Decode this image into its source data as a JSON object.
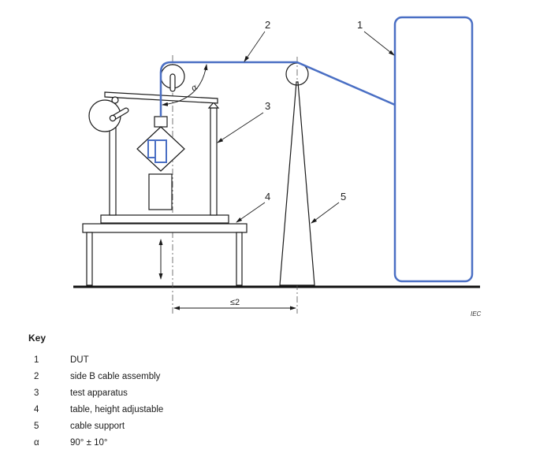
{
  "diagram": {
    "callouts": [
      {
        "num": "1",
        "target": "DUT"
      },
      {
        "num": "2",
        "target": "side B cable assembly"
      },
      {
        "num": "3",
        "target": "test apparatus"
      },
      {
        "num": "4",
        "target": "table, height adjustable"
      },
      {
        "num": "5",
        "target": "cable support"
      }
    ],
    "angle_symbol": "α",
    "dimension_label": "≤2",
    "watermark": "IEC",
    "colors": {
      "cable": "#4a6fc4",
      "line": "#1a1a1a",
      "ground": "#111111"
    }
  },
  "key": {
    "title": "Key",
    "items": [
      {
        "num": "1",
        "text": "DUT"
      },
      {
        "num": "2",
        "text": "side B cable assembly"
      },
      {
        "num": "3",
        "text": "test apparatus"
      },
      {
        "num": "4",
        "text": "table, height adjustable"
      },
      {
        "num": "5",
        "text": "cable support"
      },
      {
        "num": "α",
        "text": "90° ± 10°"
      }
    ]
  }
}
